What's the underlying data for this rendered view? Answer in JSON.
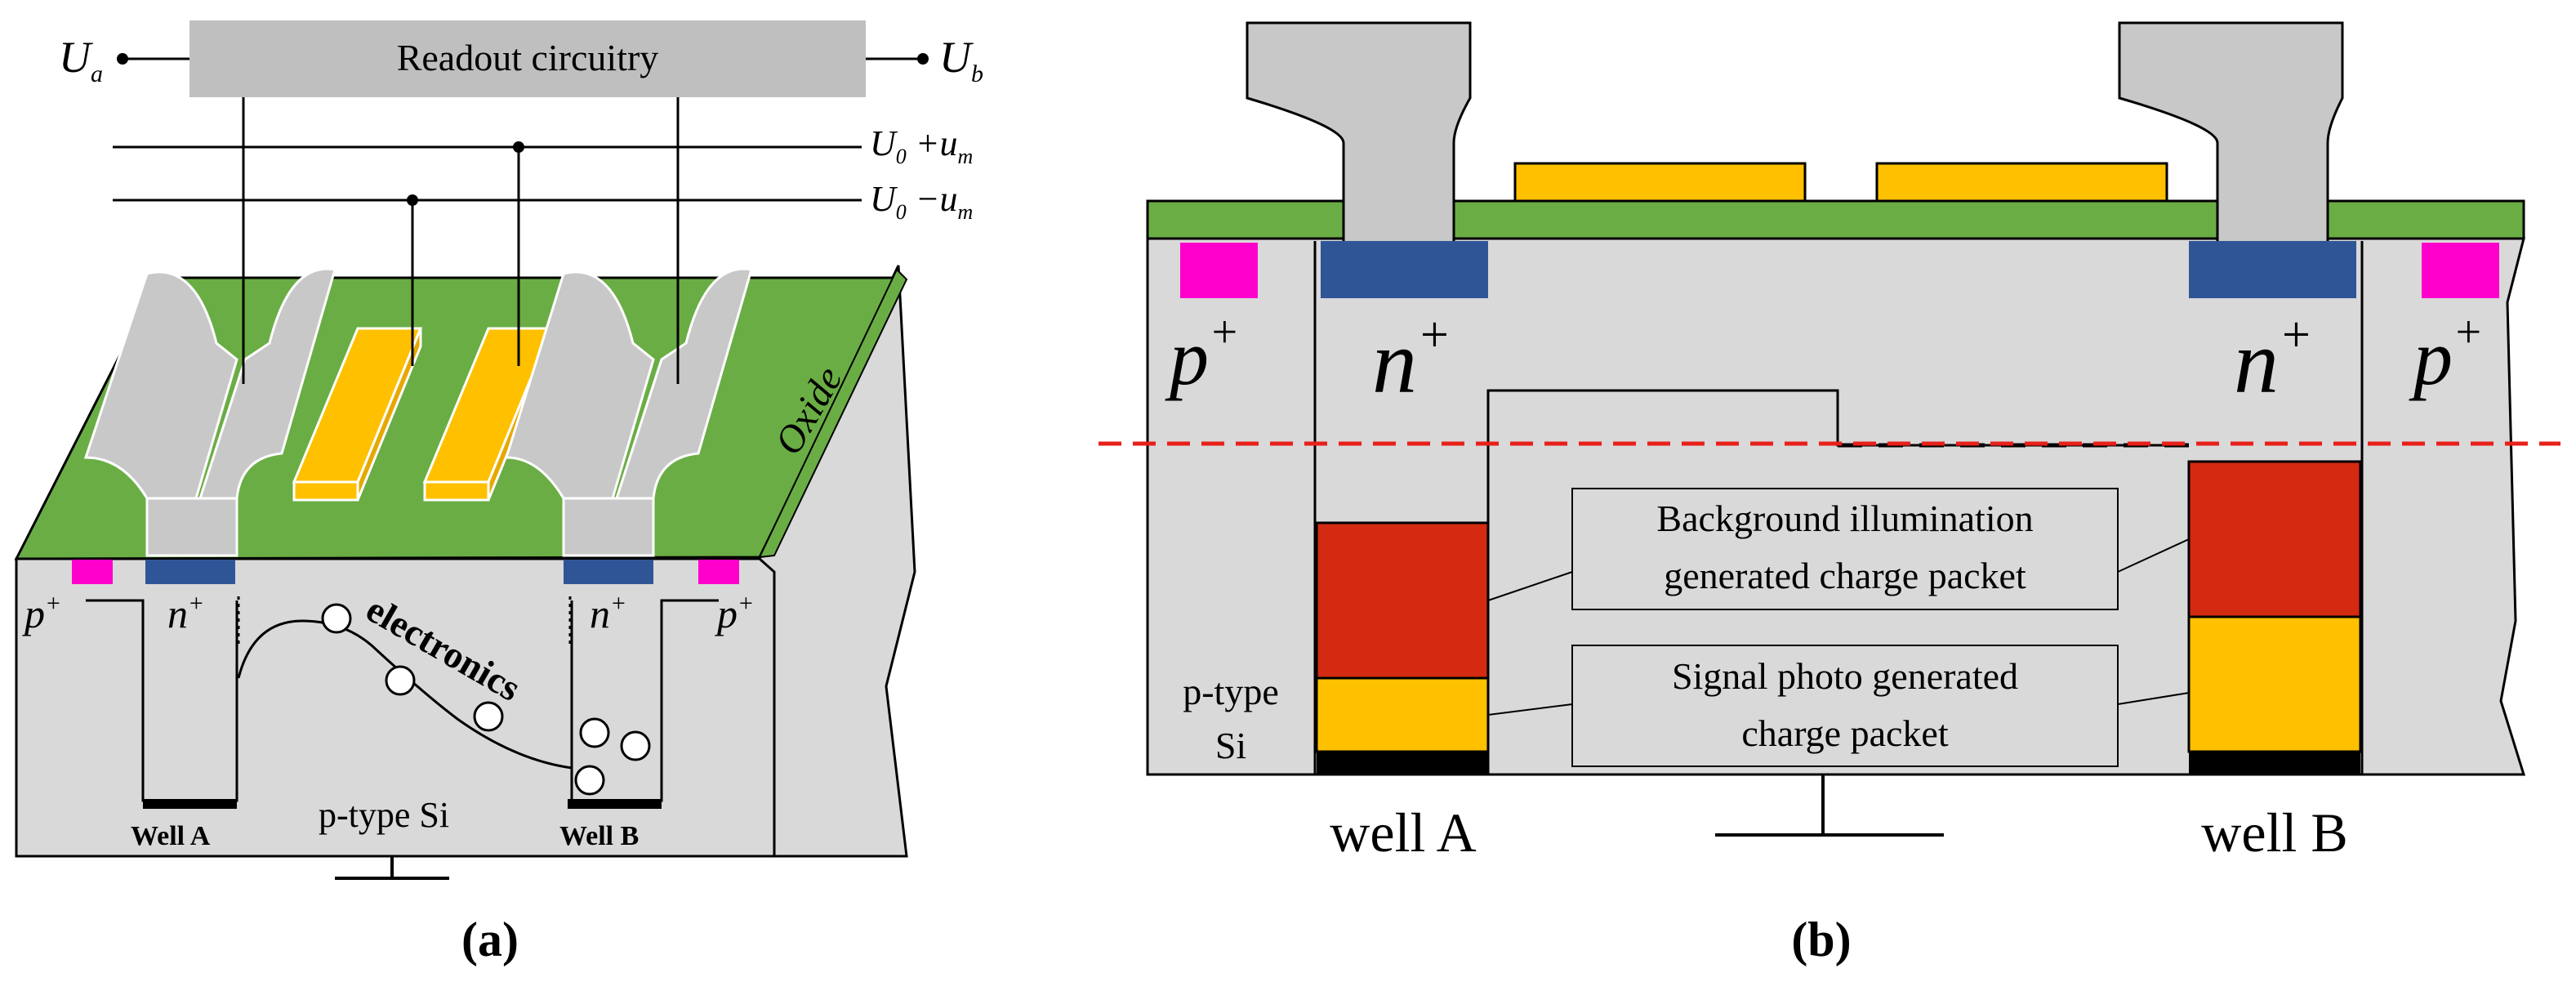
{
  "panel_a": {
    "caption": "(a)",
    "voltages": {
      "ua_main": "U",
      "ua_sub": "a",
      "ub_main": "U",
      "ub_sub": "b",
      "line1_main": "U",
      "line1_sub": "0",
      "line1_rest": " +u",
      "line1_sub2": "m",
      "line2_main": "U",
      "line2_sub": "0",
      "line2_rest": " −u",
      "line2_sub2": "m"
    },
    "readout_label": "Readout circuitry",
    "oxide_label": "Oxide",
    "p_plus_left": "p",
    "p_plus_right": "p",
    "n_plus_left": "n",
    "n_plus_right": "n",
    "plus": "+",
    "electronics_label": "electronics",
    "substrate_label": "p-type Si",
    "well_a_label": "Well A",
    "well_b_label": "Well B",
    "colors": {
      "oxide": "#6aad45",
      "metal": "#c8c8c8",
      "gate": "#ffc000",
      "p_plus": "#ff00cc",
      "n_plus": "#2f5597",
      "silicon": "#d9d9d9",
      "readout_box": "#bfbfbf"
    }
  },
  "panel_b": {
    "caption": "(b)",
    "p_plus_left": "p",
    "p_plus_right": "p",
    "n_plus_left": "n",
    "n_plus_right": "n",
    "plus": "+",
    "substrate_label_1": "p-type",
    "substrate_label_2": "Si",
    "background_label_1": "Background illumination",
    "background_label_2": "generated charge packet",
    "signal_label_1": "Signal photo generated",
    "signal_label_2": "charge packet",
    "well_a_label": "well A",
    "well_b_label": "well B",
    "colors": {
      "background_charge": "#d42a11",
      "signal_charge": "#ffc000",
      "threshold_line": "#e8201a"
    }
  }
}
